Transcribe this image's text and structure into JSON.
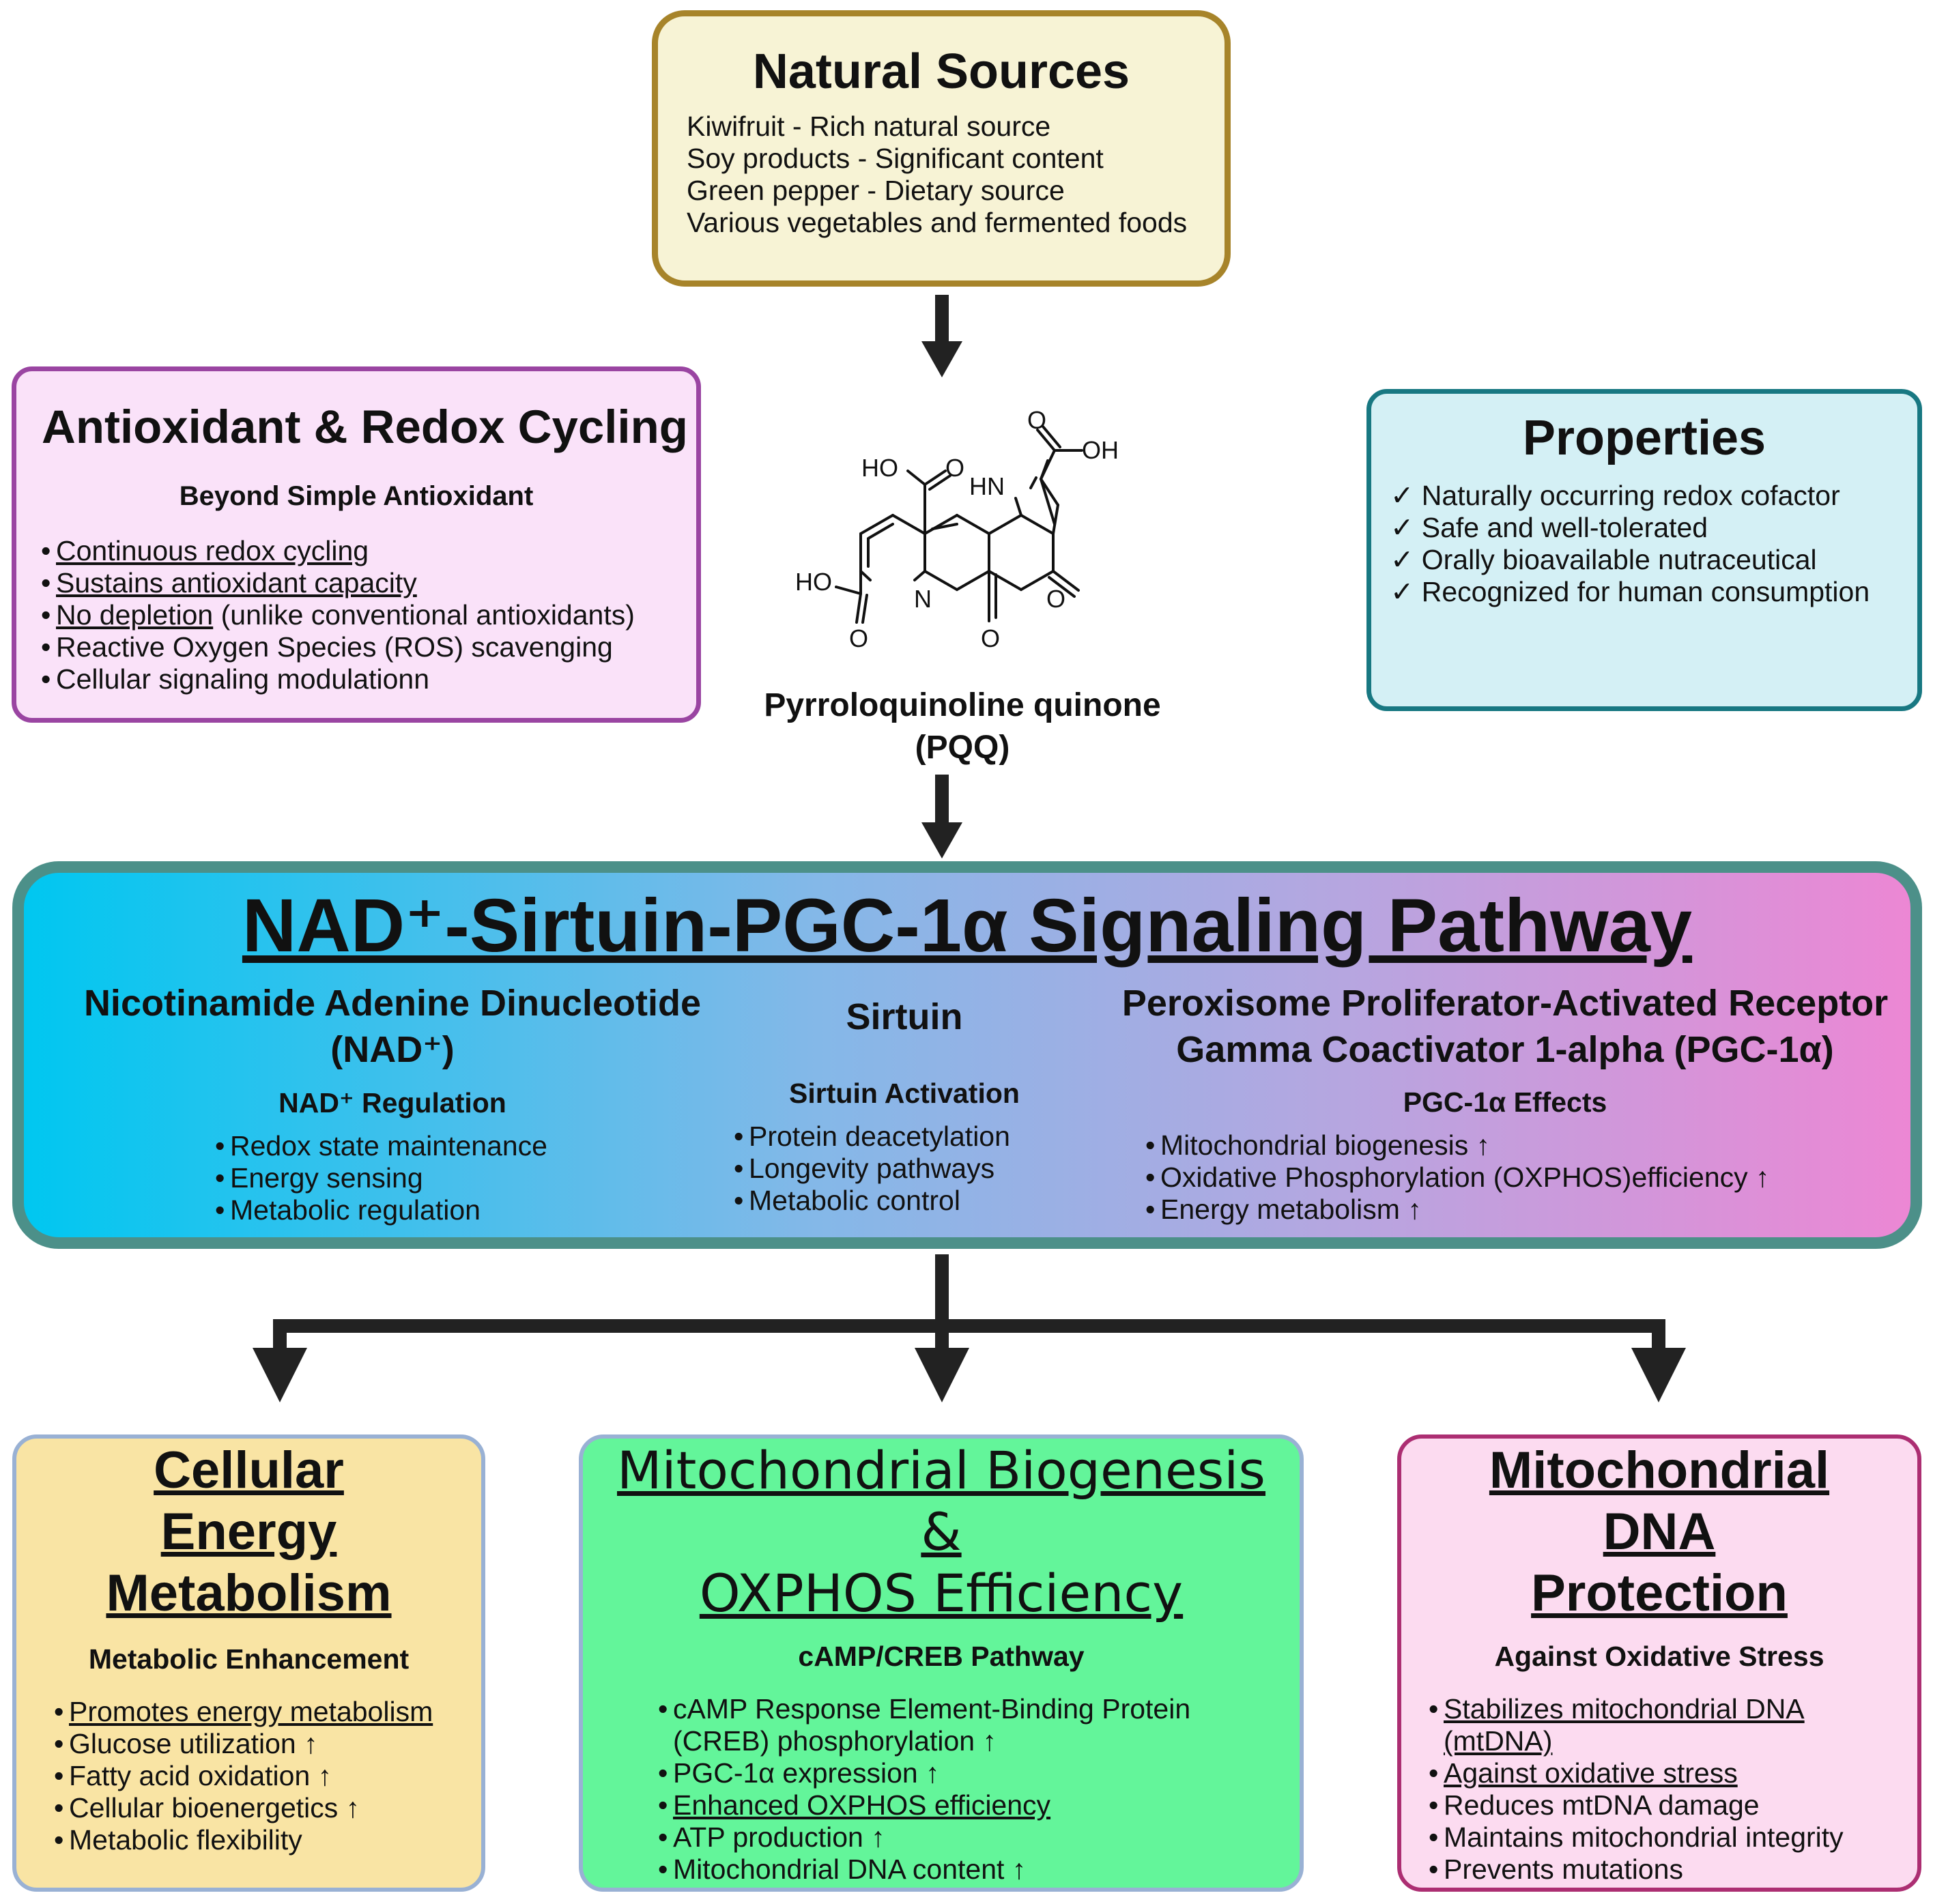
{
  "natural_sources": {
    "title": "Natural Sources",
    "lines": [
      "Kiwifruit - Rich natural source",
      "Soy products - Significant content",
      "Green pepper - Dietary source",
      "Various vegetables and fermented foods"
    ]
  },
  "antioxidant": {
    "title": "Antioxidant & Redox Cycling",
    "subtitle": "Beyond Simple Antioxidant",
    "items": [
      {
        "u": "Continuous redox cycling",
        "rest": ""
      },
      {
        "u": "Sustains antioxidant capacity",
        "rest": ""
      },
      {
        "u": "No depletion",
        "rest": " (unlike conventional antioxidants)"
      },
      {
        "u": "",
        "rest": "Reactive Oxygen Species (ROS) scavenging"
      },
      {
        "u": "",
        "rest": "Cellular signaling modulationn"
      }
    ]
  },
  "properties": {
    "title": "Properties",
    "items": [
      "✓ Naturally occurring redox cofactor",
      "✓ Safe and well-tolerated",
      "✓ Orally bioavailable nutraceutical",
      "✓ Recognized for human consumption"
    ]
  },
  "molecule": {
    "labels": {
      "o_top": "O",
      "oh_top": "OH",
      "ho_left": "HO",
      "o_left": "O",
      "hn": "HN",
      "ho_bottom": "HO",
      "n": "N",
      "o_b1": "O",
      "o_b2": "O",
      "o_right": "O"
    },
    "name_line1": "Pyrroloquinoline quinone",
    "name_line2": "(PQQ)"
  },
  "pathway": {
    "title": "NAD⁺-Sirtuin-PGC-1α Signaling Pathway",
    "nad": {
      "heading1": "Nicotinamide Adenine Dinucleotide",
      "heading2": "(NAD⁺)",
      "subheading": "NAD⁺ Regulation",
      "items": [
        "Redox state maintenance",
        "Energy sensing",
        "Metabolic regulation"
      ]
    },
    "sirtuin": {
      "heading": "Sirtuin",
      "subheading": "Sirtuin Activation",
      "items": [
        "Protein deacetylation",
        "Longevity pathways",
        "Metabolic control"
      ]
    },
    "pgc": {
      "heading1": "Peroxisome Proliferator-Activated Receptor",
      "heading2": "Gamma Coactivator 1-alpha (PGC-1α)",
      "subheading": "PGC-1α Effects",
      "items": [
        "Mitochondrial biogenesis ↑",
        "Oxidative Phosphorylation (OXPHOS)efficiency ↑",
        "Energy metabolism ↑"
      ]
    }
  },
  "energy": {
    "title": [
      "Cellular ",
      "Energy ",
      "Metabolism"
    ],
    "subtitle": "Metabolic Enhancement",
    "items": [
      {
        "u": "Promotes energy metabolism",
        "rest": ""
      },
      {
        "u": "",
        "rest": "Glucose utilization ↑"
      },
      {
        "u": "",
        "rest": "Fatty acid oxidation ↑"
      },
      {
        "u": "",
        "rest": "Cellular bioenergetics ↑"
      },
      {
        "u": "",
        "rest": "Metabolic flexibility"
      }
    ]
  },
  "mito": {
    "title1": "Mitochondrial Biogenesis",
    "title_amp": "&",
    "title2": "OXPHOS Efficiency",
    "subtitle": "cAMP/CREB Pathway",
    "items": [
      {
        "u": "",
        "rest": "cAMP Response Element-Binding Protein"
      },
      {
        "u": "",
        "rest": "(CREB) phosphorylation ↑",
        "nobullet": true
      },
      {
        "u": "",
        "rest": "PGC-1α expression ↑"
      },
      {
        "u": "Enhanced OXPHOS efficiency",
        "rest": ""
      },
      {
        "u": "",
        "rest": "ATP production ↑"
      },
      {
        "u": "",
        "rest": "Mitochondrial DNA content ↑"
      }
    ]
  },
  "dna": {
    "title": [
      "Mitochondrial ",
      "DNA ",
      "Protection"
    ],
    "subtitle": "Against Oxidative Stress",
    "items": [
      {
        "u": "Stabilizes mitochondrial DNA",
        "rest": ""
      },
      {
        "u": "(mtDNA)",
        "rest": "",
        "nobullet": true
      },
      {
        "u": "Against oxidative stress",
        "rest": ""
      },
      {
        "u": "",
        "rest": "Reduces mtDNA damage"
      },
      {
        "u": "",
        "rest": "Maintains mitochondrial integrity"
      },
      {
        "u": "",
        "rest": "Prevents mutations"
      }
    ]
  },
  "colors": {
    "arrow": "#222222",
    "natural_border": "#a7842a",
    "antiox_border": "#9a45a2",
    "props_border": "#187882",
    "pathway_border": "#4c9089",
    "dna_border": "#ac2e72"
  }
}
